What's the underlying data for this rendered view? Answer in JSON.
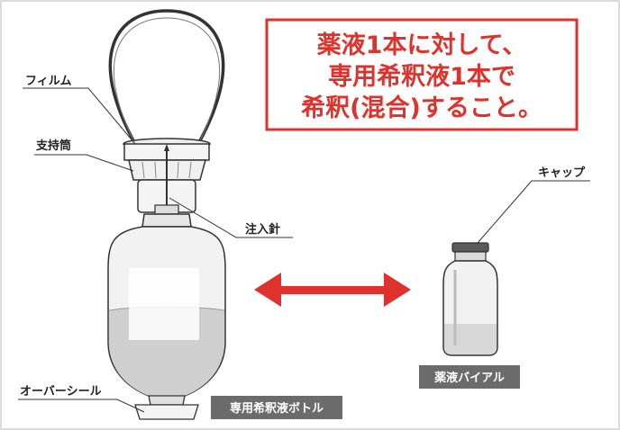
{
  "notice": {
    "lines": [
      "薬液1本に対して、",
      "専用希釈液1本で",
      "希釈(混合)すること。"
    ],
    "color": "#e0322c"
  },
  "labels": {
    "film": "フィルム",
    "support_tube": "支持筒",
    "injection_needle": "注入針",
    "over_seal": "オーバーシール",
    "cap": "キャップ"
  },
  "captions": {
    "bottle": "専用希釈液ボトル",
    "vial": "薬液バイアル"
  },
  "colors": {
    "arrow": "#e0322c",
    "caption_bg": "#6b6b6b",
    "line": "#333333"
  }
}
